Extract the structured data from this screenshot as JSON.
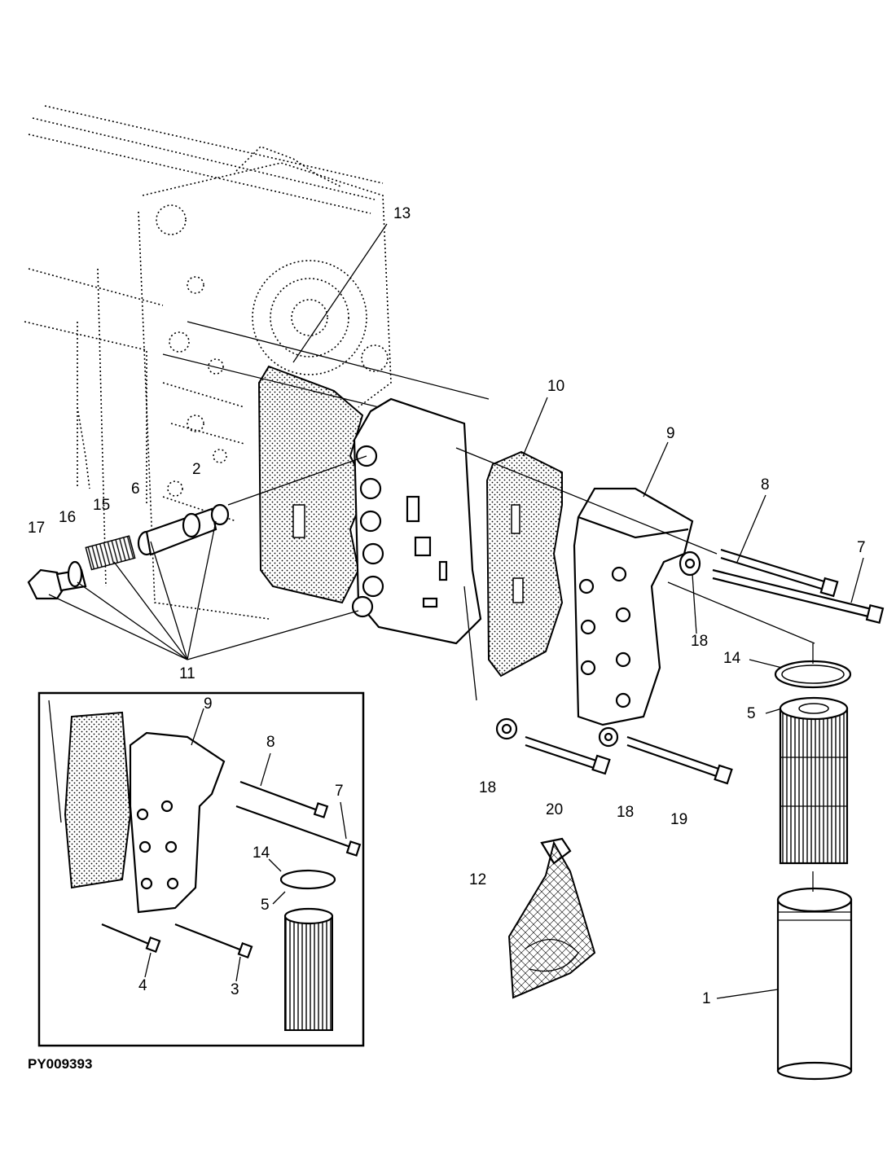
{
  "figure_id": "PY009393",
  "callouts": [
    "13",
    "10",
    "9",
    "8",
    "7",
    "2",
    "6",
    "15",
    "16",
    "17",
    "11",
    "18",
    "14",
    "5",
    "18",
    "20",
    "18",
    "19",
    "12",
    "1"
  ],
  "inset_callouts": [
    "9",
    "8",
    "7",
    "14",
    "5",
    "4",
    "3"
  ]
}
